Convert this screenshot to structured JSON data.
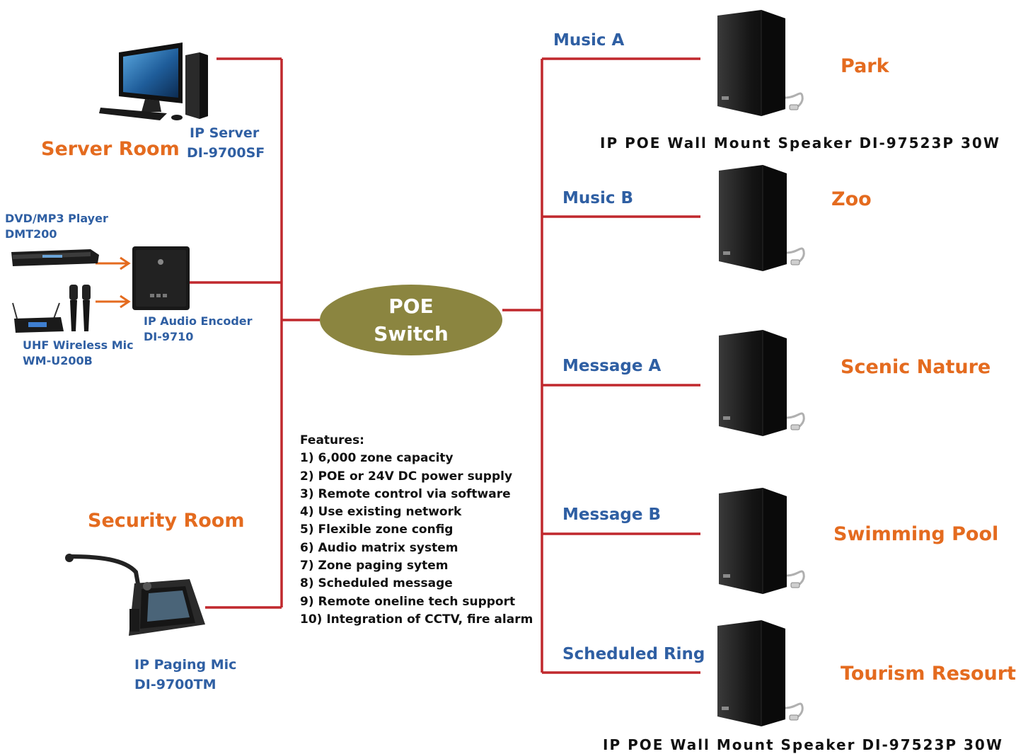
{
  "rooms": {
    "server": "Server Room",
    "security": "Security Room"
  },
  "devices": {
    "ip_server": {
      "line1": "IP Server",
      "line2": "DI-9700SF"
    },
    "dvd_player": {
      "line1": "DVD/MP3 Player",
      "line2": "DMT200"
    },
    "wireless_mic": {
      "line1": "UHF Wireless Mic",
      "line2": "WM-U200B"
    },
    "audio_encoder": {
      "line1": "IP Audio Encoder",
      "line2": "DI-9710"
    },
    "paging_mic": {
      "line1": "IP Paging Mic",
      "line2": "DI-9700TM"
    }
  },
  "poe_switch": {
    "line1": "POE",
    "line2": "Switch"
  },
  "features": {
    "title": "Features:",
    "items": [
      "1) 6,000 zone capacity",
      "2) POE or 24V DC power supply",
      "3) Remote control via software",
      "4) Use existing network",
      "5) Flexible zone config",
      "6) Audio matrix system",
      "7) Zone paging sytem",
      "8) Scheduled message",
      "9) Remote oneline tech support",
      "10) Integration of CCTV, fire alarm"
    ]
  },
  "zones": [
    {
      "channel": "Music A",
      "place": "Park"
    },
    {
      "channel": "Music B",
      "place": "Zoo"
    },
    {
      "channel": "Message A",
      "place": "Scenic Nature"
    },
    {
      "channel": "Message B",
      "place": "Swimming Pool"
    },
    {
      "channel": "Scheduled Ring",
      "place": "Tourism Resourt"
    }
  ],
  "speaker_model_top": "IP POE Wall Mount Speaker DI-97523P 30W",
  "speaker_model_bottom": "IP POE Wall Mount Speaker DI-97523P 30W",
  "colors": {
    "line": "#c0282d",
    "arrow": "#e46b1f",
    "switch": "#8b8540",
    "blue_text": "#2f5fa3",
    "orange_text": "#e46b1f"
  },
  "icons": {
    "server": "desktop-computer-icon",
    "dvd": "dvd-player-icon",
    "wireless_mic": "wireless-mic-icon",
    "encoder": "audio-encoder-icon",
    "paging": "paging-console-icon",
    "speaker": "wall-speaker-icon"
  }
}
